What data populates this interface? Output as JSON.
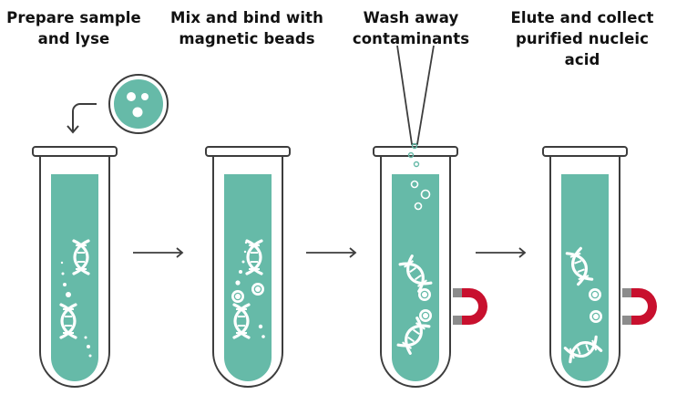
{
  "steps": [
    {
      "title": "Prepare sample\nand lyse"
    },
    {
      "title": "Mix and bind with\nmagnetic beads"
    },
    {
      "title": "Wash away\ncontaminants"
    },
    {
      "title": "Elute and collect\npurified nucleic acid"
    }
  ],
  "colors": {
    "liquid": "#66baa8",
    "liquid_dark": "#4e9e8c",
    "outline": "#3d3d3d",
    "magnet": "#c8102e",
    "magnet_tip": "#8c8c8c",
    "text": "#111111",
    "white": "#ffffff"
  },
  "icons": {
    "tube": "test-tube-icon",
    "dna": "dna-helix-icon",
    "bead": "magnetic-bead-icon",
    "magnet": "horseshoe-magnet-icon",
    "pipette": "pipette-icon",
    "sample": "sample-dish-icon",
    "arrow": "right-arrow-icon",
    "bent_arrow": "bent-arrow-down-icon"
  }
}
